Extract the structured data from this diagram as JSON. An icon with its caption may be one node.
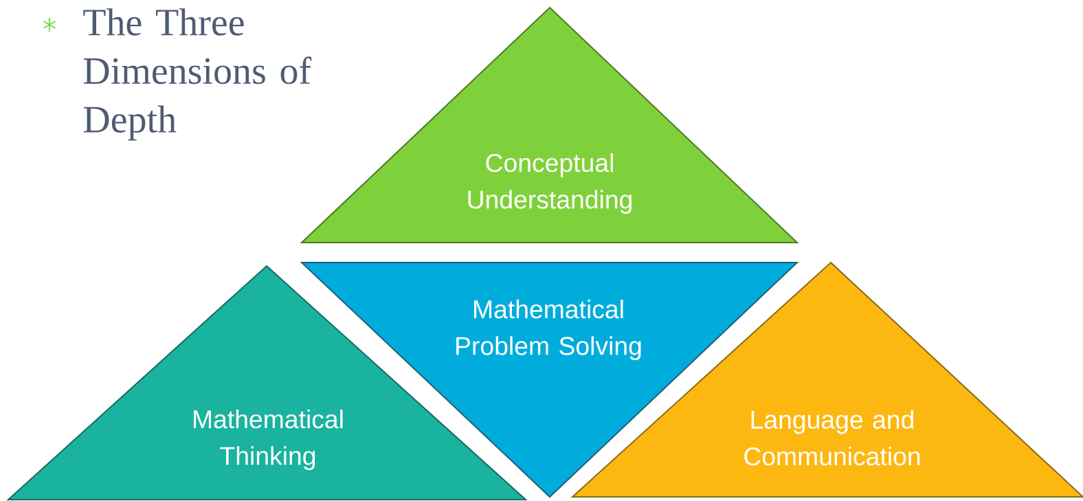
{
  "diagram": {
    "title": "The Three Dimensions of Depth",
    "nodes": [
      {
        "text": [
          "Conceptual Understanding"
        ]
      },
      {
        "text": [
          "Mathematical Thinking"
        ]
      },
      {
        "text": [
          "Mathematical Problem Solving"
        ]
      },
      {
        "text": [
          "Language and Communication"
        ]
      }
    ]
  }
}
